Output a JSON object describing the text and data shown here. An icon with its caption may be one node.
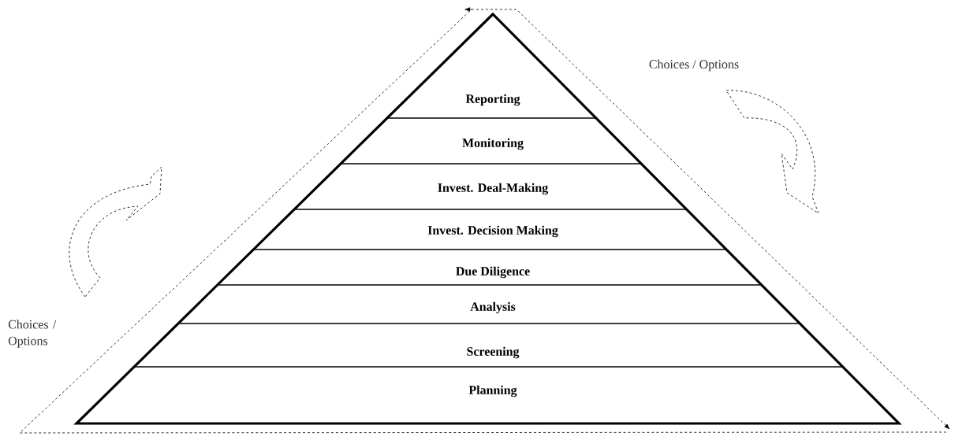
{
  "diagram": {
    "nodes": [
      {
        "text": [
          "Reporting"
        ]
      },
      {
        "text": [
          "Monitoring"
        ]
      },
      {
        "text": [
          "Invest. Deal-Making"
        ]
      },
      {
        "text": [
          "Invest. Decision Making"
        ]
      },
      {
        "text": [
          "Due Diligence"
        ]
      },
      {
        "text": [
          "Analysis"
        ]
      },
      {
        "text": [
          "Screening"
        ]
      },
      {
        "text": [
          "Planning"
        ]
      }
    ],
    "labels": [
      "Choices / Options",
      "Choices / Options"
    ]
  }
}
